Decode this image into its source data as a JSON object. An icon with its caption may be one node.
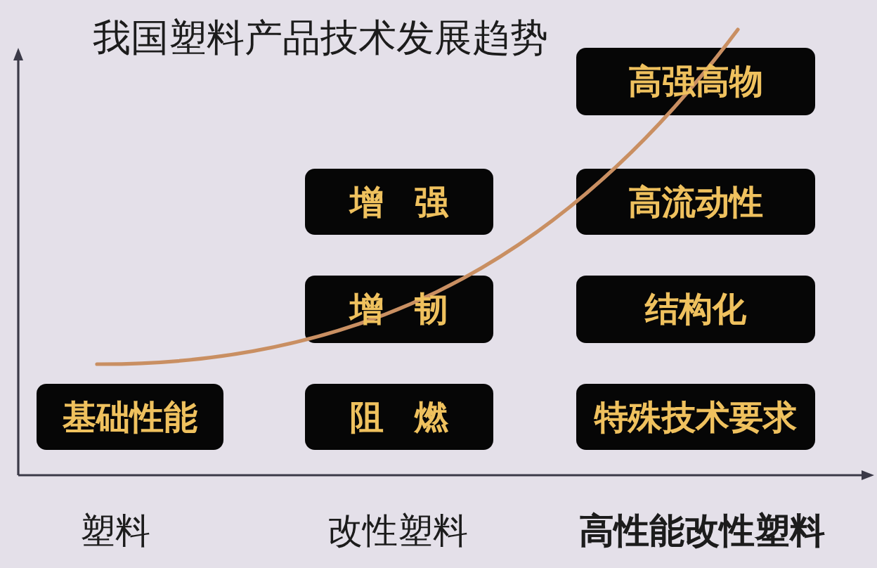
{
  "diagram": {
    "title": "我国塑料产品技术发展趋势",
    "nodes": [
      {
        "text": [
          "基础性能"
        ]
      },
      {
        "text": [
          "增强"
        ]
      },
      {
        "text": [
          "增韧"
        ]
      },
      {
        "text": [
          "阻燃"
        ]
      },
      {
        "text": [
          "高强高物"
        ]
      },
      {
        "text": [
          "高流动性"
        ]
      },
      {
        "text": [
          "结构化"
        ]
      },
      {
        "text": [
          "特殊技术要求"
        ]
      }
    ],
    "labels": [
      "塑料",
      "改性塑料",
      "高性能改性塑料"
    ]
  }
}
